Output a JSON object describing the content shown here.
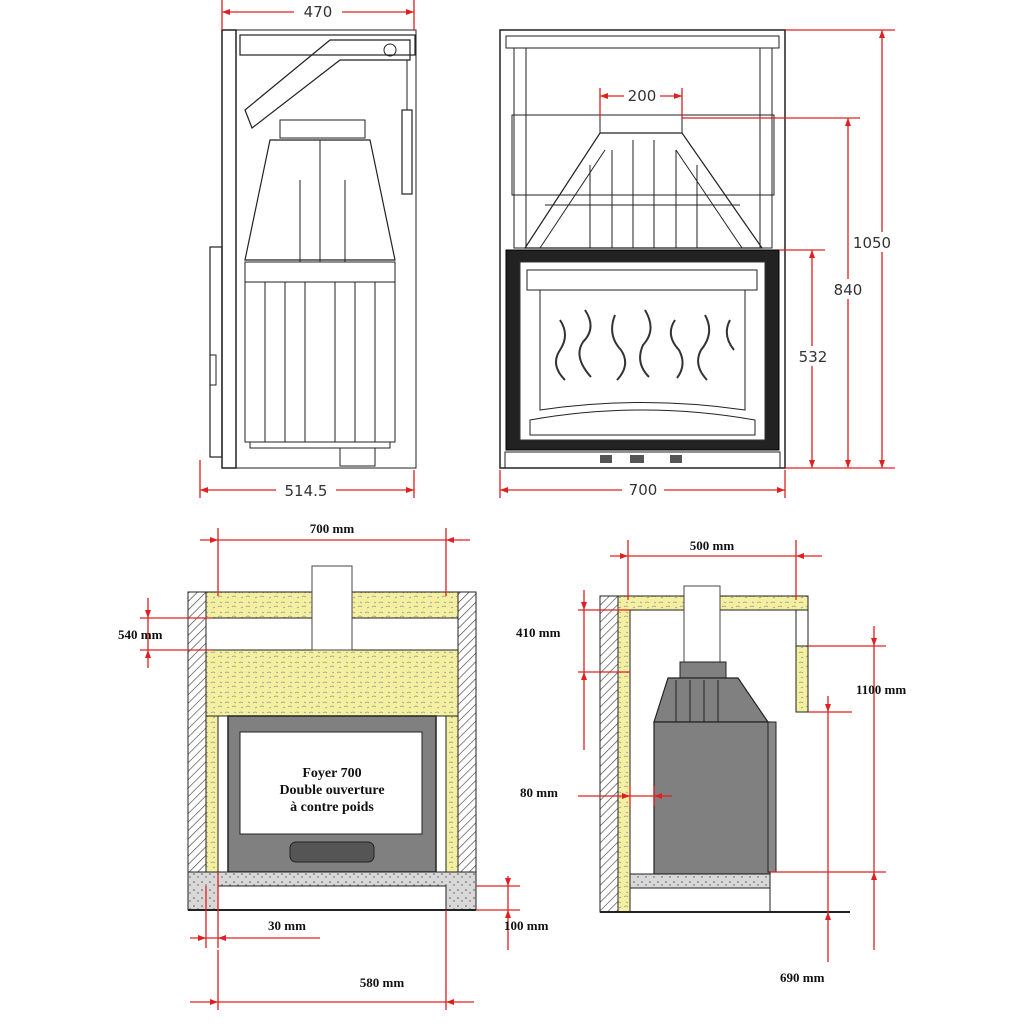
{
  "drawings": {
    "side_view": {
      "dim_width_top": "470",
      "dim_depth_bottom": "514.5"
    },
    "front_view": {
      "dim_flue": "200",
      "dim_height_total": "1050",
      "dim_height_hood": "840",
      "dim_height_opening": "532",
      "dim_width": "700"
    },
    "install_front": {
      "dim_width": "700 mm",
      "dim_top": "540 mm",
      "dim_side": "30 mm",
      "dim_base": "100 mm",
      "dim_overall": "580 mm",
      "label_lines": [
        "Foyer 700",
        "Double ouverture",
        "à contre poids"
      ]
    },
    "install_side": {
      "dim_depth": "500 mm",
      "dim_top": "410 mm",
      "dim_wall": "80 mm",
      "dim_height": "1100 mm",
      "dim_low": "690 mm"
    }
  },
  "colors": {
    "dimension": "#e02020",
    "insulation": "#f4f0a0",
    "stove_body": "#808080",
    "concrete": "#d8d8d8"
  }
}
